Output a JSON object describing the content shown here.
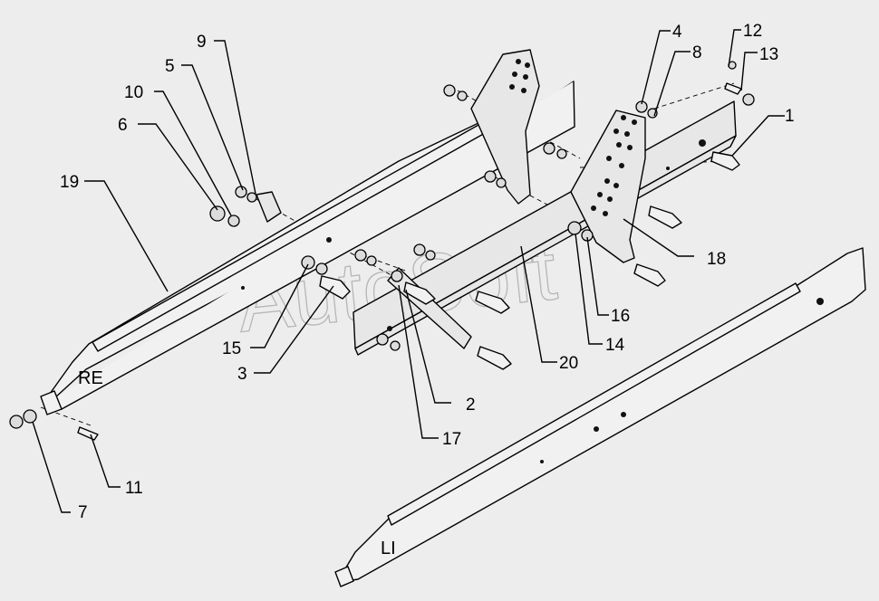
{
  "callouts": {
    "c1": "1",
    "c2": "2",
    "c3": "3",
    "c4": "4",
    "c5": "5",
    "c6": "6",
    "c7": "7",
    "c8": "8",
    "c9": "9",
    "c10": "10",
    "c11": "11",
    "c12": "12",
    "c13": "13",
    "c14": "14",
    "c15": "15",
    "c16": "16",
    "c17": "17",
    "c18": "18",
    "c19": "19",
    "c20": "20"
  },
  "sides": {
    "right": "RE",
    "left": "LI"
  },
  "watermark": "AutoSoft"
}
